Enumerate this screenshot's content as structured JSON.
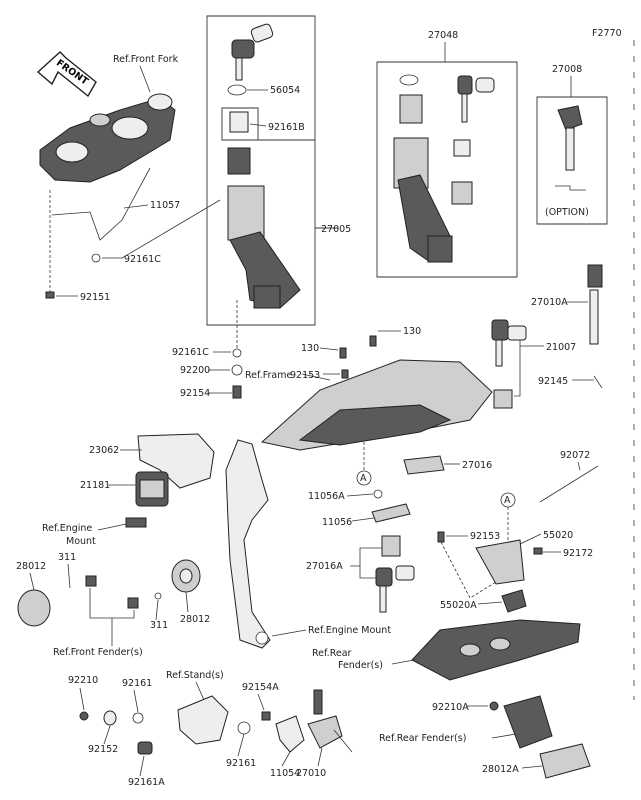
{
  "diagram": {
    "code": "F2770",
    "front_label": "FRONT",
    "option_label": "(OPTION)",
    "callout_letter": "A",
    "refs": {
      "front_fork": "Ref.Front Fork",
      "frame": "Ref.Frame",
      "engine_mount_1": "Ref.Engine",
      "engine_mount_2": "Mount",
      "engine_mount": "Ref.Engine Mount",
      "front_fender": "Ref.Front Fender(s)",
      "rear_fender_1": "Ref.Rear",
      "rear_fender_2": "Fender(s)",
      "stand": "Ref.Stand(s)",
      "rear_fender": "Ref.Rear Fender(s)"
    },
    "parts": {
      "p27048": "27048",
      "p27008": "27008",
      "p56054": "56054",
      "p92161B": "92161B",
      "p27005": "27005",
      "p11057": "11057",
      "p92161C_a": "92161C",
      "p92151": "92151",
      "p92161C_b": "92161C",
      "p92200": "92200",
      "p92154": "92154",
      "p130_a": "130",
      "p130_b": "130",
      "p92153_a": "92153",
      "p27010A": "27010A",
      "p21007": "21007",
      "p92145": "92145",
      "p23062": "23062",
      "p21181": "21181",
      "p27016": "27016",
      "p11056A": "11056A",
      "p11056": "11056",
      "p92072": "92072",
      "p27016A": "27016A",
      "p55020": "55020",
      "p92153_b": "92153",
      "p92172": "92172",
      "p55020A": "55020A",
      "p28012_a": "28012",
      "p311_a": "311",
      "p311_b": "311",
      "p28012_b": "28012",
      "p92210": "92210",
      "p92161": "92161",
      "p92154A": "92154A",
      "p92152": "92152",
      "p92161_b": "92161",
      "p11054": "11054",
      "p27010": "27010",
      "p92161A": "92161A",
      "p92210A": "92210A",
      "p28012A": "28012A"
    }
  }
}
